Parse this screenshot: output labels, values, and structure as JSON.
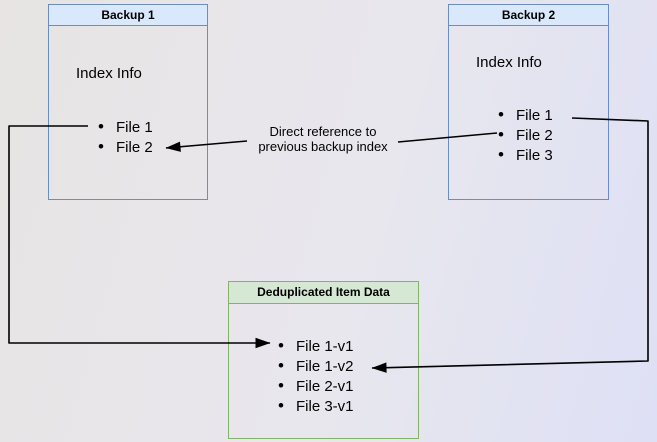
{
  "nodes": {
    "backup1": {
      "title": "Backup 1",
      "heading": "Index Info",
      "items": [
        "File 1",
        "File 2"
      ]
    },
    "backup2": {
      "title": "Backup 2",
      "heading": "Index Info",
      "items": [
        "File 1",
        "File 2",
        "File 3"
      ]
    },
    "dedup": {
      "title": "Deduplicated Item Data",
      "items": [
        "File 1-v1",
        "File 1-v2",
        "File 2-v1",
        "File 3-v1"
      ]
    }
  },
  "edge_label": {
    "line1": "Direct reference to",
    "line2": "previous backup index"
  },
  "colors": {
    "blue_border": "#6c8ebf",
    "blue_fill": "#dae8fc",
    "green_border": "#82b366",
    "green_fill": "#d5e8d4",
    "connector": "#000000",
    "background_left": "#e7e4e3",
    "background_right": "#dee0f5"
  }
}
